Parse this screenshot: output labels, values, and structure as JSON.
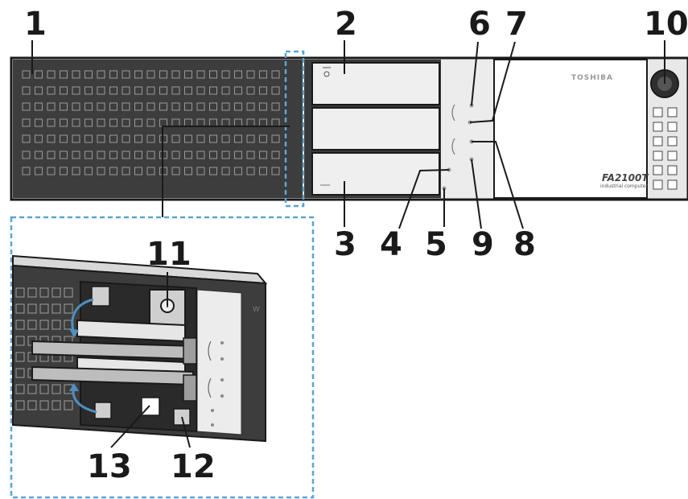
{
  "callouts": [
    "1",
    "2",
    "3",
    "4",
    "5",
    "6",
    "7",
    "8",
    "9",
    "10",
    "11",
    "12",
    "13"
  ],
  "brand_text": "TOSHIBA",
  "product_logo": "FA2100T",
  "product_sub": "industrial computer",
  "inset_mark": "W",
  "colors": {
    "chassis_dark": "#3a3a3a",
    "chassis_light": "#efefef",
    "line": "#1a1a1a",
    "inset_border": "#5aa5d6"
  }
}
